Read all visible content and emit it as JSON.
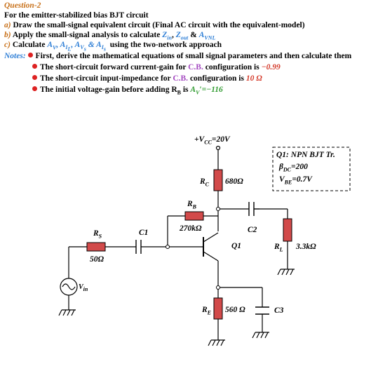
{
  "header": {
    "question_title": "Question-2",
    "intro": "For the emitter-stabilized bias BJT circuit",
    "part_a_marker": "a)",
    "part_a": "Draw the small-signal equivalent circuit (Final AC circuit with the equivalent-model)",
    "part_b_marker": "b)",
    "part_b_prefix": "Apply the small-signal analysis to calculate",
    "part_b_zin": "Z",
    "part_b_zin_sub": "in",
    "part_b_zout": "Z",
    "part_b_zout_sub": "out",
    "part_b_avnl": "A",
    "part_b_avnl_sub": "VNL",
    "part_c_marker": "c)",
    "part_c_prefix": "Calculate",
    "part_c_suffix": "using the two-network approach"
  },
  "notes": {
    "label": "Notes:",
    "line1": "First, derive the mathematical equations of small signal parameters and then calculate them",
    "line2_prefix": "The short-circuit forward current-gain for",
    "line2_cfg": "C.B.",
    "line2_mid": "configuration is",
    "line2_value": "−0.99",
    "line3_prefix": "The short-circuit input-impedance for",
    "line3_cfg": "C.B.",
    "line3_mid": "configuration is",
    "line3_value": "10 Ω",
    "line4_prefix": "The initial voltage-gain before adding R",
    "line4_sub": "B",
    "line4_mid": "is",
    "line4_value": "=−116"
  },
  "circuit": {
    "vcc": "+V",
    "vcc_sub": "CC",
    "vcc_value": "=20V",
    "rc_label": "R",
    "rc_sub": "C",
    "rc_value": "680Ω",
    "rb_label": "R",
    "rb_sub": "B",
    "rb_value": "270kΩ",
    "rs_label": "R",
    "rs_sub": "S",
    "rs_value": "50Ω",
    "c1": "C1",
    "c2": "C2",
    "q1": "Q1",
    "rl_label": "R",
    "rl_sub": "L",
    "rl_value": "3.3kΩ",
    "re_label": "R",
    "re_sub": "E",
    "re_value": "560 Ω",
    "c3": "C3",
    "vin": "V",
    "vin_sub": "in"
  },
  "transistor_box": {
    "line1": "Q1: NPN BJT Tr.",
    "beta_label": "β",
    "beta_sub": "DC",
    "beta_value": "=200",
    "vbe_label": "V",
    "vbe_sub": "BE",
    "vbe_value": "=0.7V"
  },
  "colors": {
    "orange": "#c8711a",
    "blue": "#2f7fd6",
    "red": "#d43a2a",
    "green": "#2e9a2e",
    "purple": "#a44ac1",
    "resistor_fill": "#d24a4a"
  }
}
